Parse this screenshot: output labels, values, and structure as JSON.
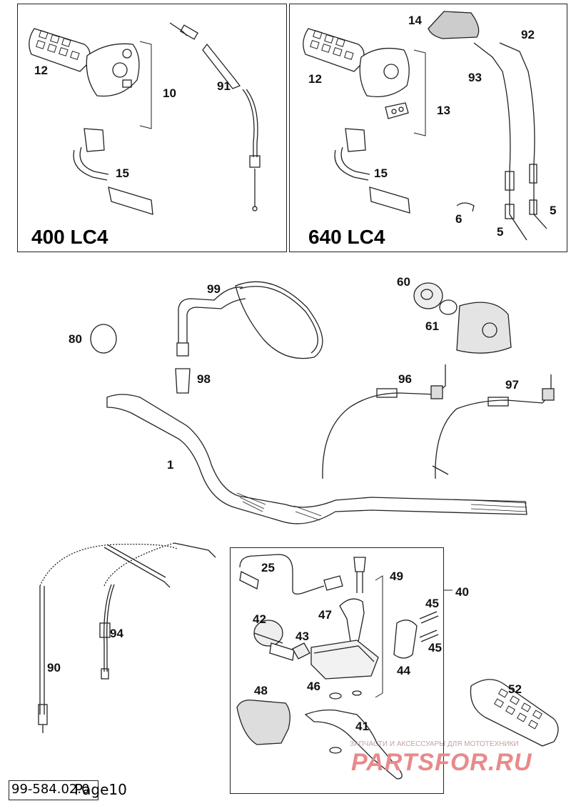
{
  "diagram": {
    "models": {
      "left": "400 LC4",
      "right": "640 LC4"
    },
    "part_numbers": {
      "p12a": "12",
      "p10": "10",
      "p91": "91",
      "p15a": "15",
      "p14": "14",
      "p92": "92",
      "p12b": "12",
      "p93": "93",
      "p13": "13",
      "p15b": "15",
      "p6": "6",
      "p5a": "5",
      "p5b": "5",
      "p99": "99",
      "p60": "60",
      "p61": "61",
      "p80": "80",
      "p98": "98",
      "p96": "96",
      "p97": "97",
      "p1": "1",
      "p25": "25",
      "p49": "49",
      "p40": "40",
      "p47": "47",
      "p42": "42",
      "p43": "43",
      "p45a": "45",
      "p45b": "45",
      "p44": "44",
      "p46": "46",
      "p48": "48",
      "p41": "41",
      "p52": "52",
      "p94": "94",
      "p90": "90"
    },
    "footer": {
      "doc_number": "99-584.02.0",
      "page": "Page10"
    },
    "watermark": {
      "tagline": "ЗАПЧАСТИ И АКСЕССУАРЫ ДЛЯ МОТОТЕХНИКИ",
      "brand": "PARTSFOR.RU",
      "color": "#e88a8a"
    }
  }
}
